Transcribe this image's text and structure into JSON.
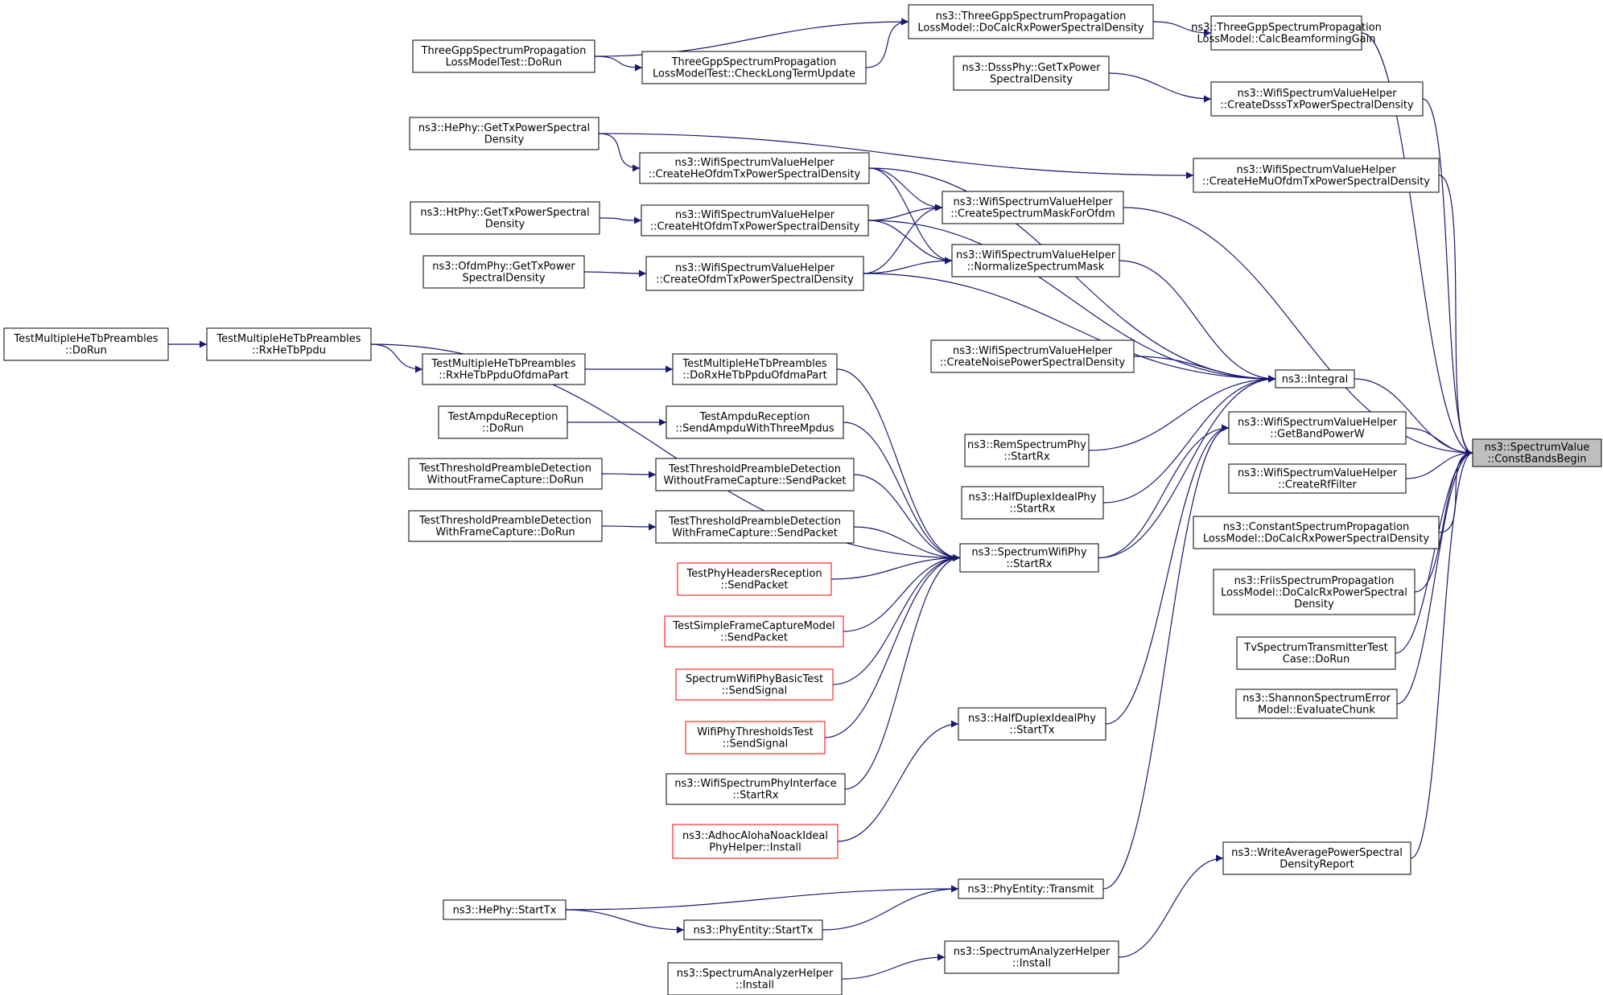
{
  "colors": {
    "edge": "#191970",
    "node_border": "#000000",
    "truncated_border": "#ff0000",
    "focus_fill": "#bfbfbf"
  },
  "nodes": [
    {
      "id": "const_bands_begin",
      "lines": [
        "ns3::SpectrumValue",
        "::ConstBandsBegin"
      ],
      "style": "focus"
    },
    {
      "id": "calc_beamforming_gain",
      "lines": [
        "ns3::ThreeGppSpectrumPropagation",
        "LossModel::CalcBeamformingGain"
      ]
    },
    {
      "id": "three_gpp_docalc",
      "lines": [
        "ns3::ThreeGppSpectrumPropagation",
        "LossModel::DoCalcRxPowerSpectralDensity"
      ]
    },
    {
      "id": "three_gpp_test_dorun",
      "lines": [
        "ThreeGppSpectrumPropagation",
        "LossModelTest::DoRun"
      ]
    },
    {
      "id": "three_gpp_check_long_term",
      "lines": [
        "ThreeGppSpectrumPropagation",
        "LossModelTest::CheckLongTermUpdate"
      ]
    },
    {
      "id": "dsss_get_tx_psd",
      "lines": [
        "ns3::DsssPhy::GetTxPower",
        "SpectralDensity"
      ]
    },
    {
      "id": "create_dsss_tx_psd",
      "lines": [
        "ns3::WifiSpectrumValueHelper",
        "::CreateDsssTxPowerSpectralDensity"
      ]
    },
    {
      "id": "he_get_tx_psd",
      "lines": [
        "ns3::HePhy::GetTxPowerSpectral",
        "Density"
      ]
    },
    {
      "id": "create_he_ofdm_tx_psd",
      "lines": [
        "ns3::WifiSpectrumValueHelper",
        "::CreateHeOfdmTxPowerSpectralDensity"
      ]
    },
    {
      "id": "create_he_mu_ofdm_tx_psd",
      "lines": [
        "ns3::WifiSpectrumValueHelper",
        "::CreateHeMuOfdmTxPowerSpectralDensity"
      ]
    },
    {
      "id": "create_spectrum_mask_ofdm",
      "lines": [
        "ns3::WifiSpectrumValueHelper",
        "::CreateSpectrumMaskForOfdm"
      ]
    },
    {
      "id": "ht_get_tx_psd",
      "lines": [
        "ns3::HtPhy::GetTxPowerSpectral",
        "Density"
      ]
    },
    {
      "id": "create_ht_ofdm_tx_psd",
      "lines": [
        "ns3::WifiSpectrumValueHelper",
        "::CreateHtOfdmTxPowerSpectralDensity"
      ]
    },
    {
      "id": "normalize_spectrum_mask",
      "lines": [
        "ns3::WifiSpectrumValueHelper",
        "::NormalizeSpectrumMask"
      ]
    },
    {
      "id": "ofdm_get_tx_psd",
      "lines": [
        "ns3::OfdmPhy::GetTxPower",
        "SpectralDensity"
      ]
    },
    {
      "id": "create_ofdm_tx_psd",
      "lines": [
        "ns3::WifiSpectrumValueHelper",
        "::CreateOfdmTxPowerSpectralDensity"
      ]
    },
    {
      "id": "mhetb_dorun",
      "lines": [
        "TestMultipleHeTbPreambles",
        "::DoRun"
      ]
    },
    {
      "id": "mhetb_rx_ppdu",
      "lines": [
        "TestMultipleHeTbPreambles",
        "::RxHeTbPpdu"
      ]
    },
    {
      "id": "mhetb_rx_ofdma_part",
      "lines": [
        "TestMultipleHeTbPreambles",
        "::RxHeTbPpduOfdmaPart"
      ]
    },
    {
      "id": "mhetb_do_rx_ofdma_part",
      "lines": [
        "TestMultipleHeTbPreambles",
        "::DoRxHeTbPpduOfdmaPart"
      ]
    },
    {
      "id": "create_noise_psd",
      "lines": [
        "ns3::WifiSpectrumValueHelper",
        "::CreateNoisePowerSpectralDensity"
      ]
    },
    {
      "id": "integral",
      "lines": [
        "ns3::Integral"
      ]
    },
    {
      "id": "get_band_power_w",
      "lines": [
        "ns3::WifiSpectrumValueHelper",
        "::GetBandPowerW"
      ]
    },
    {
      "id": "ampdu_dorun",
      "lines": [
        "TestAmpduReception",
        "::DoRun"
      ]
    },
    {
      "id": "ampdu_send_three",
      "lines": [
        "TestAmpduReception",
        "::SendAmpduWithThreeMpdus"
      ]
    },
    {
      "id": "rem_start_rx",
      "lines": [
        "ns3::RemSpectrumPhy",
        "::StartRx"
      ]
    },
    {
      "id": "create_rf_filter",
      "lines": [
        "ns3::WifiSpectrumValueHelper",
        "::CreateRfFilter"
      ]
    },
    {
      "id": "hdi_start_rx",
      "lines": [
        "ns3::HalfDuplexIdealPhy",
        "::StartRx"
      ]
    },
    {
      "id": "tpd_wo_dorun",
      "lines": [
        "TestThresholdPreambleDetection",
        "WithoutFrameCapture::DoRun"
      ]
    },
    {
      "id": "tpd_wo_send",
      "lines": [
        "TestThresholdPreambleDetection",
        "WithoutFrameCapture::SendPacket"
      ]
    },
    {
      "id": "constant_docalc",
      "lines": [
        "ns3::ConstantSpectrumPropagation",
        "LossModel::DoCalcRxPowerSpectralDensity"
      ]
    },
    {
      "id": "tpd_w_dorun",
      "lines": [
        "TestThresholdPreambleDetection",
        "WithFrameCapture::DoRun"
      ]
    },
    {
      "id": "tpd_w_send",
      "lines": [
        "TestThresholdPreambleDetection",
        "WithFrameCapture::SendPacket"
      ]
    },
    {
      "id": "swp_start_rx",
      "lines": [
        "ns3::SpectrumWifiPhy",
        "::StartRx"
      ]
    },
    {
      "id": "phr_send",
      "lines": [
        "TestPhyHeadersReception",
        "::SendPacket"
      ],
      "style": "red"
    },
    {
      "id": "friis_docalc",
      "lines": [
        "ns3::FriisSpectrumPropagation",
        "LossModel::DoCalcRxPowerSpectral",
        "Density"
      ]
    },
    {
      "id": "sfcm_send",
      "lines": [
        "TestSimpleFrameCaptureModel",
        "::SendPacket"
      ],
      "style": "red"
    },
    {
      "id": "tv_dorun",
      "lines": [
        "TvSpectrumTransmitterTest",
        "Case::DoRun"
      ]
    },
    {
      "id": "swpbt_send",
      "lines": [
        "SpectrumWifiPhyBasicTest",
        "::SendSignal"
      ],
      "style": "red"
    },
    {
      "id": "shannon_eval",
      "lines": [
        "ns3::ShannonSpectrumError",
        "Model::EvaluateChunk"
      ]
    },
    {
      "id": "hdi_start_tx",
      "lines": [
        "ns3::HalfDuplexIdealPhy",
        "::StartTx"
      ]
    },
    {
      "id": "wpt_send",
      "lines": [
        "WifiPhyThresholdsTest",
        "::SendSignal"
      ],
      "style": "red"
    },
    {
      "id": "wspi_start_rx",
      "lines": [
        "ns3::WifiSpectrumPhyInterface",
        "::StartRx"
      ]
    },
    {
      "id": "adhoc_install",
      "lines": [
        "ns3::AdhocAlohaNoackIdeal",
        "PhyHelper::Install"
      ],
      "style": "red"
    },
    {
      "id": "write_avg_psd",
      "lines": [
        "ns3::WriteAveragePowerSpectral",
        "DensityReport"
      ]
    },
    {
      "id": "phy_entity_transmit",
      "lines": [
        "ns3::PhyEntity::Transmit"
      ]
    },
    {
      "id": "he_start_tx",
      "lines": [
        "ns3::HePhy::StartTx"
      ]
    },
    {
      "id": "phy_entity_start_tx",
      "lines": [
        "ns3::PhyEntity::StartTx"
      ]
    },
    {
      "id": "sah_install",
      "lines": [
        "ns3::SpectrumAnalyzerHelper",
        "::Install"
      ]
    },
    {
      "id": "sah_install_caller",
      "lines": [
        "ns3::SpectrumAnalyzerHelper",
        "::Install"
      ]
    }
  ],
  "edges": [
    {
      "from": "calc_beamforming_gain",
      "to": "const_bands_begin"
    },
    {
      "from": "create_dsss_tx_psd",
      "to": "const_bands_begin"
    },
    {
      "from": "create_he_mu_ofdm_tx_psd",
      "to": "const_bands_begin"
    },
    {
      "from": "create_spectrum_mask_ofdm",
      "to": "const_bands_begin"
    },
    {
      "from": "integral",
      "to": "const_bands_begin"
    },
    {
      "from": "get_band_power_w",
      "to": "const_bands_begin"
    },
    {
      "from": "create_rf_filter",
      "to": "const_bands_begin"
    },
    {
      "from": "constant_docalc",
      "to": "const_bands_begin"
    },
    {
      "from": "friis_docalc",
      "to": "const_bands_begin"
    },
    {
      "from": "tv_dorun",
      "to": "const_bands_begin"
    },
    {
      "from": "shannon_eval",
      "to": "const_bands_begin"
    },
    {
      "from": "write_avg_psd",
      "to": "const_bands_begin"
    },
    {
      "from": "three_gpp_docalc",
      "to": "calc_beamforming_gain"
    },
    {
      "from": "three_gpp_test_dorun",
      "to": "three_gpp_docalc"
    },
    {
      "from": "three_gpp_test_dorun",
      "to": "three_gpp_check_long_term"
    },
    {
      "from": "three_gpp_check_long_term",
      "to": "three_gpp_docalc"
    },
    {
      "from": "dsss_get_tx_psd",
      "to": "create_dsss_tx_psd"
    },
    {
      "from": "he_get_tx_psd",
      "to": "create_he_mu_ofdm_tx_psd"
    },
    {
      "from": "he_get_tx_psd",
      "to": "create_he_ofdm_tx_psd"
    },
    {
      "from": "create_he_ofdm_tx_psd",
      "to": "create_spectrum_mask_ofdm"
    },
    {
      "from": "create_he_ofdm_tx_psd",
      "to": "normalize_spectrum_mask"
    },
    {
      "from": "create_he_ofdm_tx_psd",
      "to": "integral"
    },
    {
      "from": "ht_get_tx_psd",
      "to": "create_ht_ofdm_tx_psd"
    },
    {
      "from": "create_ht_ofdm_tx_psd",
      "to": "create_spectrum_mask_ofdm"
    },
    {
      "from": "create_ht_ofdm_tx_psd",
      "to": "normalize_spectrum_mask"
    },
    {
      "from": "create_ht_ofdm_tx_psd",
      "to": "integral"
    },
    {
      "from": "ofdm_get_tx_psd",
      "to": "create_ofdm_tx_psd"
    },
    {
      "from": "create_ofdm_tx_psd",
      "to": "create_spectrum_mask_ofdm"
    },
    {
      "from": "create_ofdm_tx_psd",
      "to": "normalize_spectrum_mask"
    },
    {
      "from": "create_ofdm_tx_psd",
      "to": "integral"
    },
    {
      "from": "normalize_spectrum_mask",
      "to": "integral"
    },
    {
      "from": "create_noise_psd",
      "to": "integral"
    },
    {
      "from": "rem_start_rx",
      "to": "integral"
    },
    {
      "from": "hdi_start_rx",
      "to": "integral"
    },
    {
      "from": "swp_start_rx",
      "to": "integral"
    },
    {
      "from": "swp_start_rx",
      "to": "get_band_power_w"
    },
    {
      "from": "hdi_start_tx",
      "to": "get_band_power_w"
    },
    {
      "from": "phy_entity_transmit",
      "to": "get_band_power_w"
    },
    {
      "from": "mhetb_dorun",
      "to": "mhetb_rx_ppdu"
    },
    {
      "from": "mhetb_rx_ppdu",
      "to": "mhetb_rx_ofdma_part"
    },
    {
      "from": "mhetb_rx_ppdu",
      "to": "swp_start_rx"
    },
    {
      "from": "mhetb_rx_ofdma_part",
      "to": "mhetb_do_rx_ofdma_part"
    },
    {
      "from": "mhetb_do_rx_ofdma_part",
      "to": "swp_start_rx"
    },
    {
      "from": "ampdu_dorun",
      "to": "ampdu_send_three"
    },
    {
      "from": "ampdu_send_three",
      "to": "swp_start_rx"
    },
    {
      "from": "tpd_wo_dorun",
      "to": "tpd_wo_send"
    },
    {
      "from": "tpd_wo_send",
      "to": "swp_start_rx"
    },
    {
      "from": "tpd_w_dorun",
      "to": "tpd_w_send"
    },
    {
      "from": "tpd_w_send",
      "to": "swp_start_rx"
    },
    {
      "from": "phr_send",
      "to": "swp_start_rx"
    },
    {
      "from": "sfcm_send",
      "to": "swp_start_rx"
    },
    {
      "from": "swpbt_send",
      "to": "swp_start_rx"
    },
    {
      "from": "wpt_send",
      "to": "swp_start_rx"
    },
    {
      "from": "wspi_start_rx",
      "to": "swp_start_rx"
    },
    {
      "from": "adhoc_install",
      "to": "hdi_start_tx"
    },
    {
      "from": "he_start_tx",
      "to": "phy_entity_start_tx"
    },
    {
      "from": "he_start_tx",
      "to": "phy_entity_transmit"
    },
    {
      "from": "phy_entity_start_tx",
      "to": "phy_entity_transmit"
    },
    {
      "from": "sah_install",
      "to": "write_avg_psd"
    },
    {
      "from": "sah_install_caller",
      "to": "sah_install"
    }
  ]
}
